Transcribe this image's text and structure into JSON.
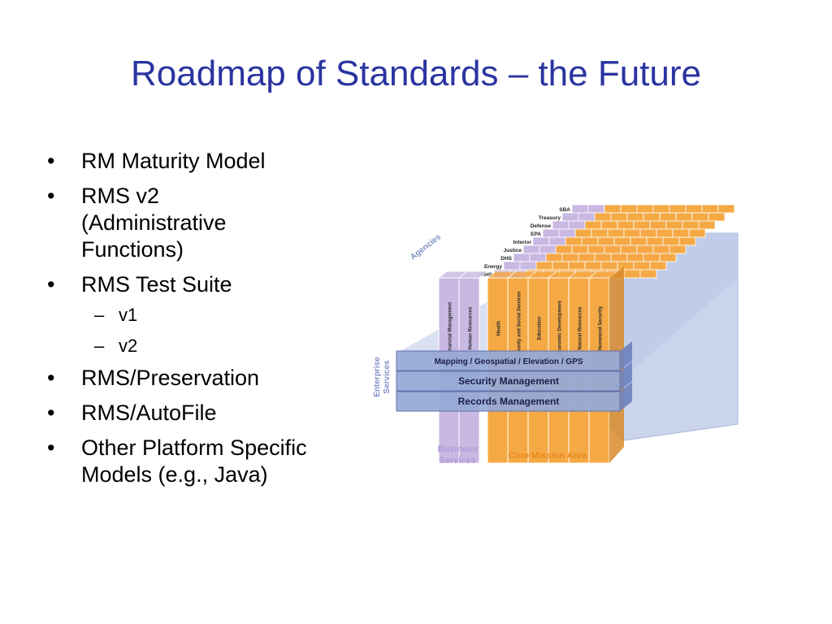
{
  "slide": {
    "title": "Roadmap of Standards – the Future"
  },
  "bullets": [
    {
      "text": "RM Maturity Model"
    },
    {
      "text": "RMS v2 (Administrative Functions)"
    },
    {
      "text": "RMS Test Suite"
    },
    {
      "text": "v1"
    },
    {
      "text": "v2"
    },
    {
      "text": "RMS/Preservation"
    },
    {
      "text": "RMS/AutoFile"
    },
    {
      "text": "Other Platform Specific Models (e.g., Java)"
    }
  ],
  "diagram": {
    "agencies_label": "Agencies",
    "agencies": [
      "SBA",
      "Treasury",
      "Defense",
      "EPA",
      "Interior",
      "Justice",
      "DHS",
      "Energy",
      "HHS"
    ],
    "business_columns": [
      "Financial Management",
      "Human Resources"
    ],
    "mission_columns": [
      "Health",
      "Community and Social Services",
      "Education",
      "Economic Development",
      "Natural Resources",
      "Homeland Security"
    ],
    "layers": [
      "Mapping / Geospatial / Elevation / GPS",
      "Security Management",
      "Records Management"
    ],
    "enterprise_label": "Enterprise Services",
    "business_label": "Business Services",
    "core_label": "Core Mission Area",
    "colors": {
      "business": "#c8b8e2",
      "mission": "#f5a945",
      "layer": "#98aad6",
      "layer_dark": "#6d82be",
      "platform": "#b9c6e6",
      "label_blue": "#8091c8",
      "label_purple": "#b59bd8",
      "label_orange": "#e8891c"
    }
  }
}
